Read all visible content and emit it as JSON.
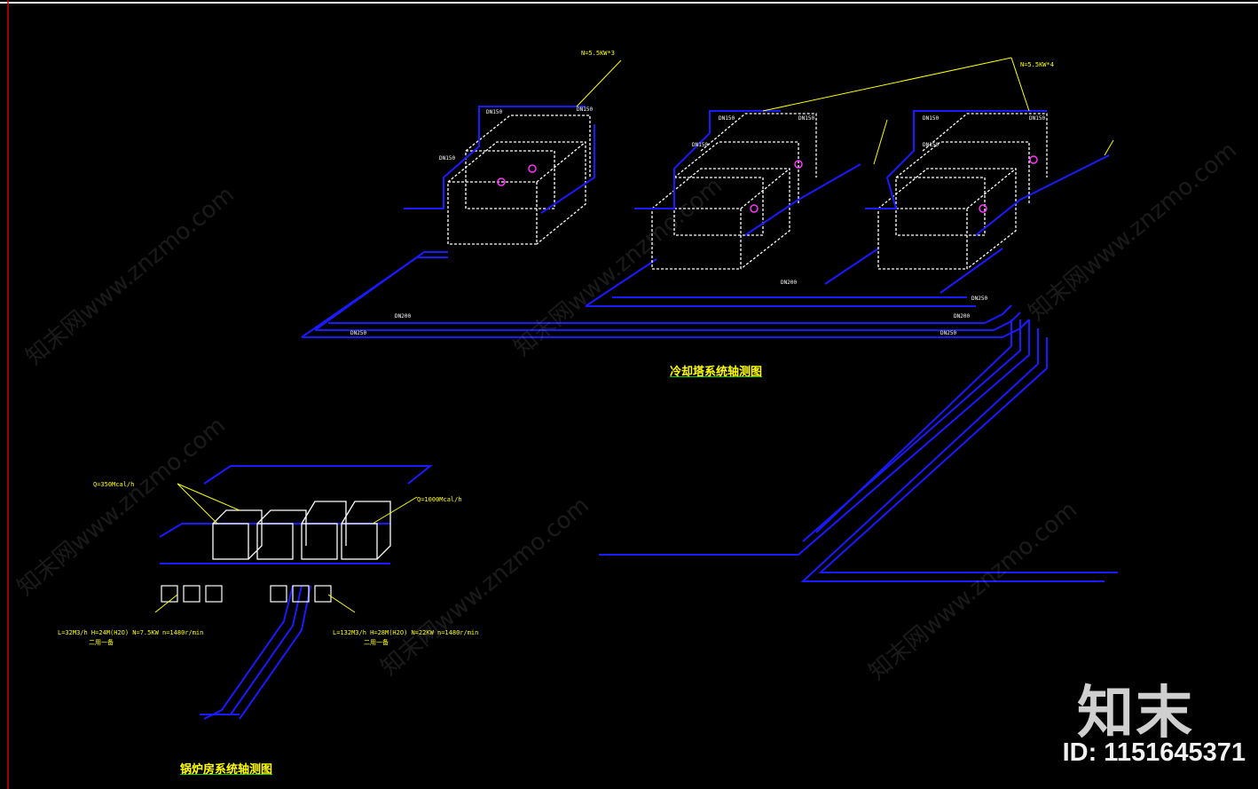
{
  "titles": {
    "cooling_tower": "冷却塔系统轴测图",
    "boiler_room": "锅炉房系统轴测图"
  },
  "watermark": {
    "text": "知末网www.znzmo.com",
    "logo": "知末",
    "id_label": "ID: 1151645371"
  },
  "labels": {
    "dn_pipes": [
      "DN150",
      "DN150",
      "DN150",
      "DN150",
      "DN150",
      "DN150",
      "DN150",
      "DN150",
      "DN150",
      "DN200",
      "DN200",
      "DN200",
      "DN250",
      "DN250",
      "DN250"
    ],
    "boiler_spec_1": "L=32M3/h H=24M(H2O) N=7.5KW n=1480r/min",
    "boiler_spec_2": "L=132M3/h H=28M(H2O) N=22KW n=1480r/min",
    "boiler_note_1": "二用一备",
    "boiler_note_2": "二用一备",
    "tower_spec_1": "N=5.5KW*3",
    "tower_spec_2": "N=5.5KW*4",
    "heat_1": "Q=350Mcal/h",
    "heat_2": "Q=1000Mcal/h"
  },
  "colors": {
    "pipe": "#0000ff",
    "equipment": "#ffffff",
    "annotation": "#ffff00",
    "valve": "#ff33ff",
    "background": "#000000"
  }
}
